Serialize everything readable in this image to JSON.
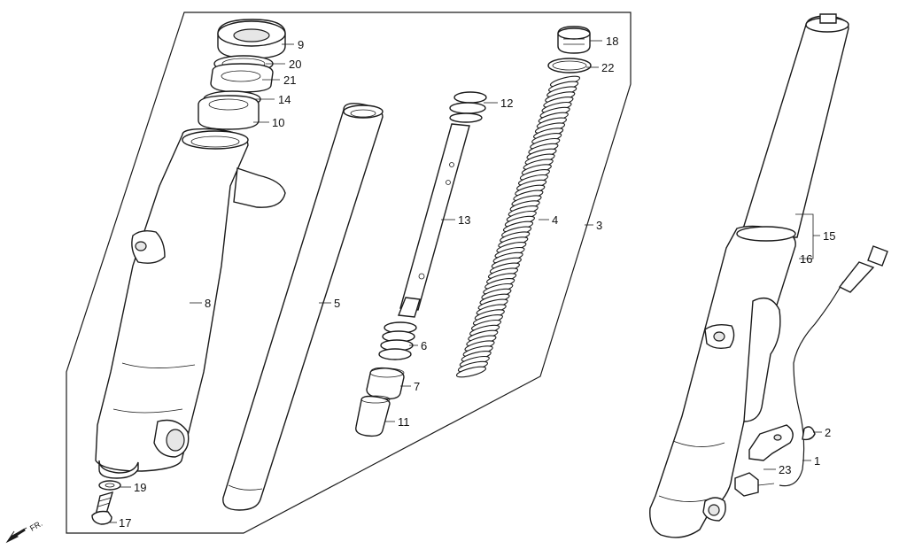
{
  "callouts": {
    "c1": "1",
    "c2": "2",
    "c3": "3",
    "c4": "4",
    "c5": "5",
    "c6": "6",
    "c7": "7",
    "c8": "8",
    "c9": "9",
    "c10": "10",
    "c11": "11",
    "c12": "12",
    "c13": "13",
    "c14": "14",
    "c15": "15",
    "c16": "16",
    "c17": "17",
    "c18": "18",
    "c19": "19",
    "c20": "20",
    "c21": "21",
    "c22": "22",
    "c23": "23"
  },
  "direction": {
    "label": "FR."
  },
  "colors": {
    "line": "#1a1a1a",
    "fill": "#ffffff",
    "shade": "#e6e6e6"
  }
}
